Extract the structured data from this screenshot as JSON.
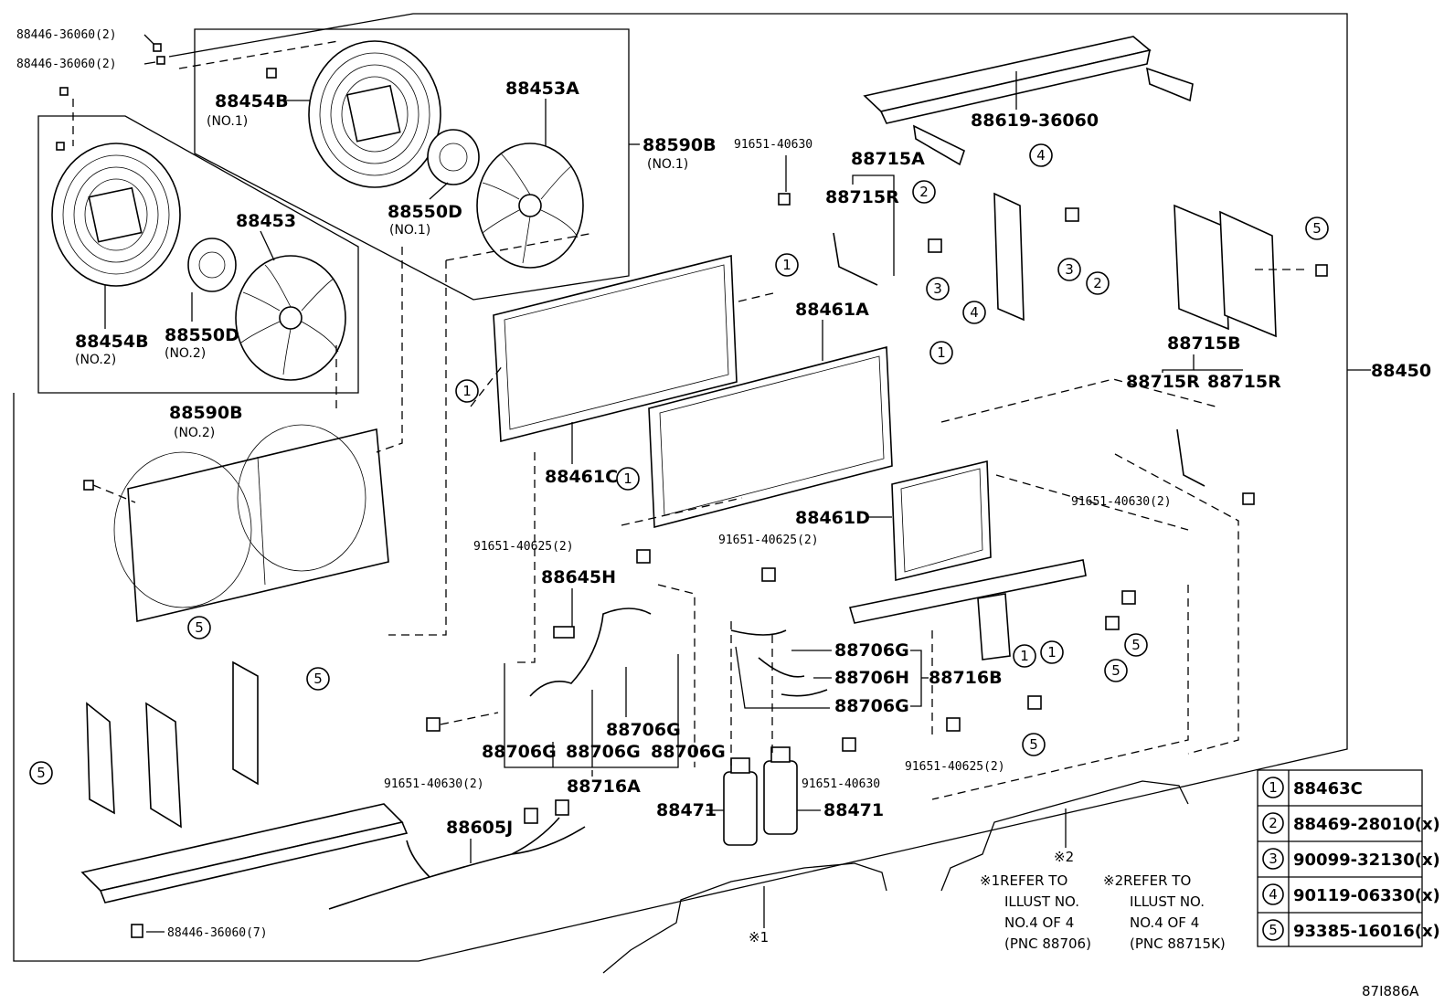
{
  "diagram": {
    "main_assembly_label": "88450",
    "drawing_id": "87I886A",
    "fan_assembly_no1": {
      "assembly_label": "88590B",
      "assembly_note": "(NO.1)",
      "shroud_label": "88454B",
      "shroud_note": "(NO.1)",
      "motor_label": "88550D",
      "motor_note": "(NO.1)",
      "fan_label": "88453A"
    },
    "fan_assembly_no2": {
      "assembly_label": "88590B",
      "assembly_note": "(NO.2)",
      "shroud_label": "88454B",
      "shroud_note": "(NO.2)",
      "motor_label": "88550D",
      "motor_note": "(NO.2)",
      "fan_label": "88453"
    },
    "bolts": {
      "top_left_1": "88446-36060(2)",
      "top_left_2": "88446-36060(2)",
      "bottom_left": "88446-36060(7)",
      "bracket_top": "91651-40630",
      "right_bracket": "91651-40630(2)",
      "center_left_top": "91651-40625(2)",
      "center_right_top": "91651-40625(2)",
      "center_left_bottom": "91651-40630(2)",
      "center_bottom": "91651-40630",
      "right_bottom": "91651-40625(2)"
    },
    "condensers": {
      "upper": "88461C",
      "middle": "88461A",
      "lower": "88461D"
    },
    "brackets": {
      "cover": "88619-36060",
      "bracket_a": "88715A",
      "bracket_a_r": "88715R",
      "bracket_b": "88715B",
      "bracket_b_r1": "88715R",
      "bracket_b_r2": "88715R"
    },
    "piping_left": {
      "switch": "88645H",
      "assembly": "88716A",
      "tubes": [
        "88706G",
        "88706G",
        "88706G",
        "88706G"
      ]
    },
    "piping_right": {
      "assembly": "88716B",
      "tubes": [
        "88706G",
        "88706H",
        "88706G"
      ]
    },
    "receivers": [
      "88471",
      "88471"
    ],
    "wire_harness": "88605J",
    "callouts": [
      "1",
      "2",
      "3",
      "4",
      "5"
    ],
    "notes": {
      "mark1": "※1",
      "mark2": "※2",
      "note1": [
        "※1REFER TO",
        "ILLUST NO.",
        "NO.4 OF 4",
        "(PNC 88706)"
      ],
      "note2": [
        "※2REFER TO",
        "ILLUST NO.",
        "NO.4 OF 4",
        "(PNC 88715K)"
      ]
    },
    "legend": [
      {
        "key": "1",
        "part": "88463C"
      },
      {
        "key": "2",
        "part": "88469-28010(x)"
      },
      {
        "key": "3",
        "part": "90099-32130(x)"
      },
      {
        "key": "4",
        "part": "90119-06330(x)"
      },
      {
        "key": "5",
        "part": "93385-16016(x)"
      }
    ]
  }
}
